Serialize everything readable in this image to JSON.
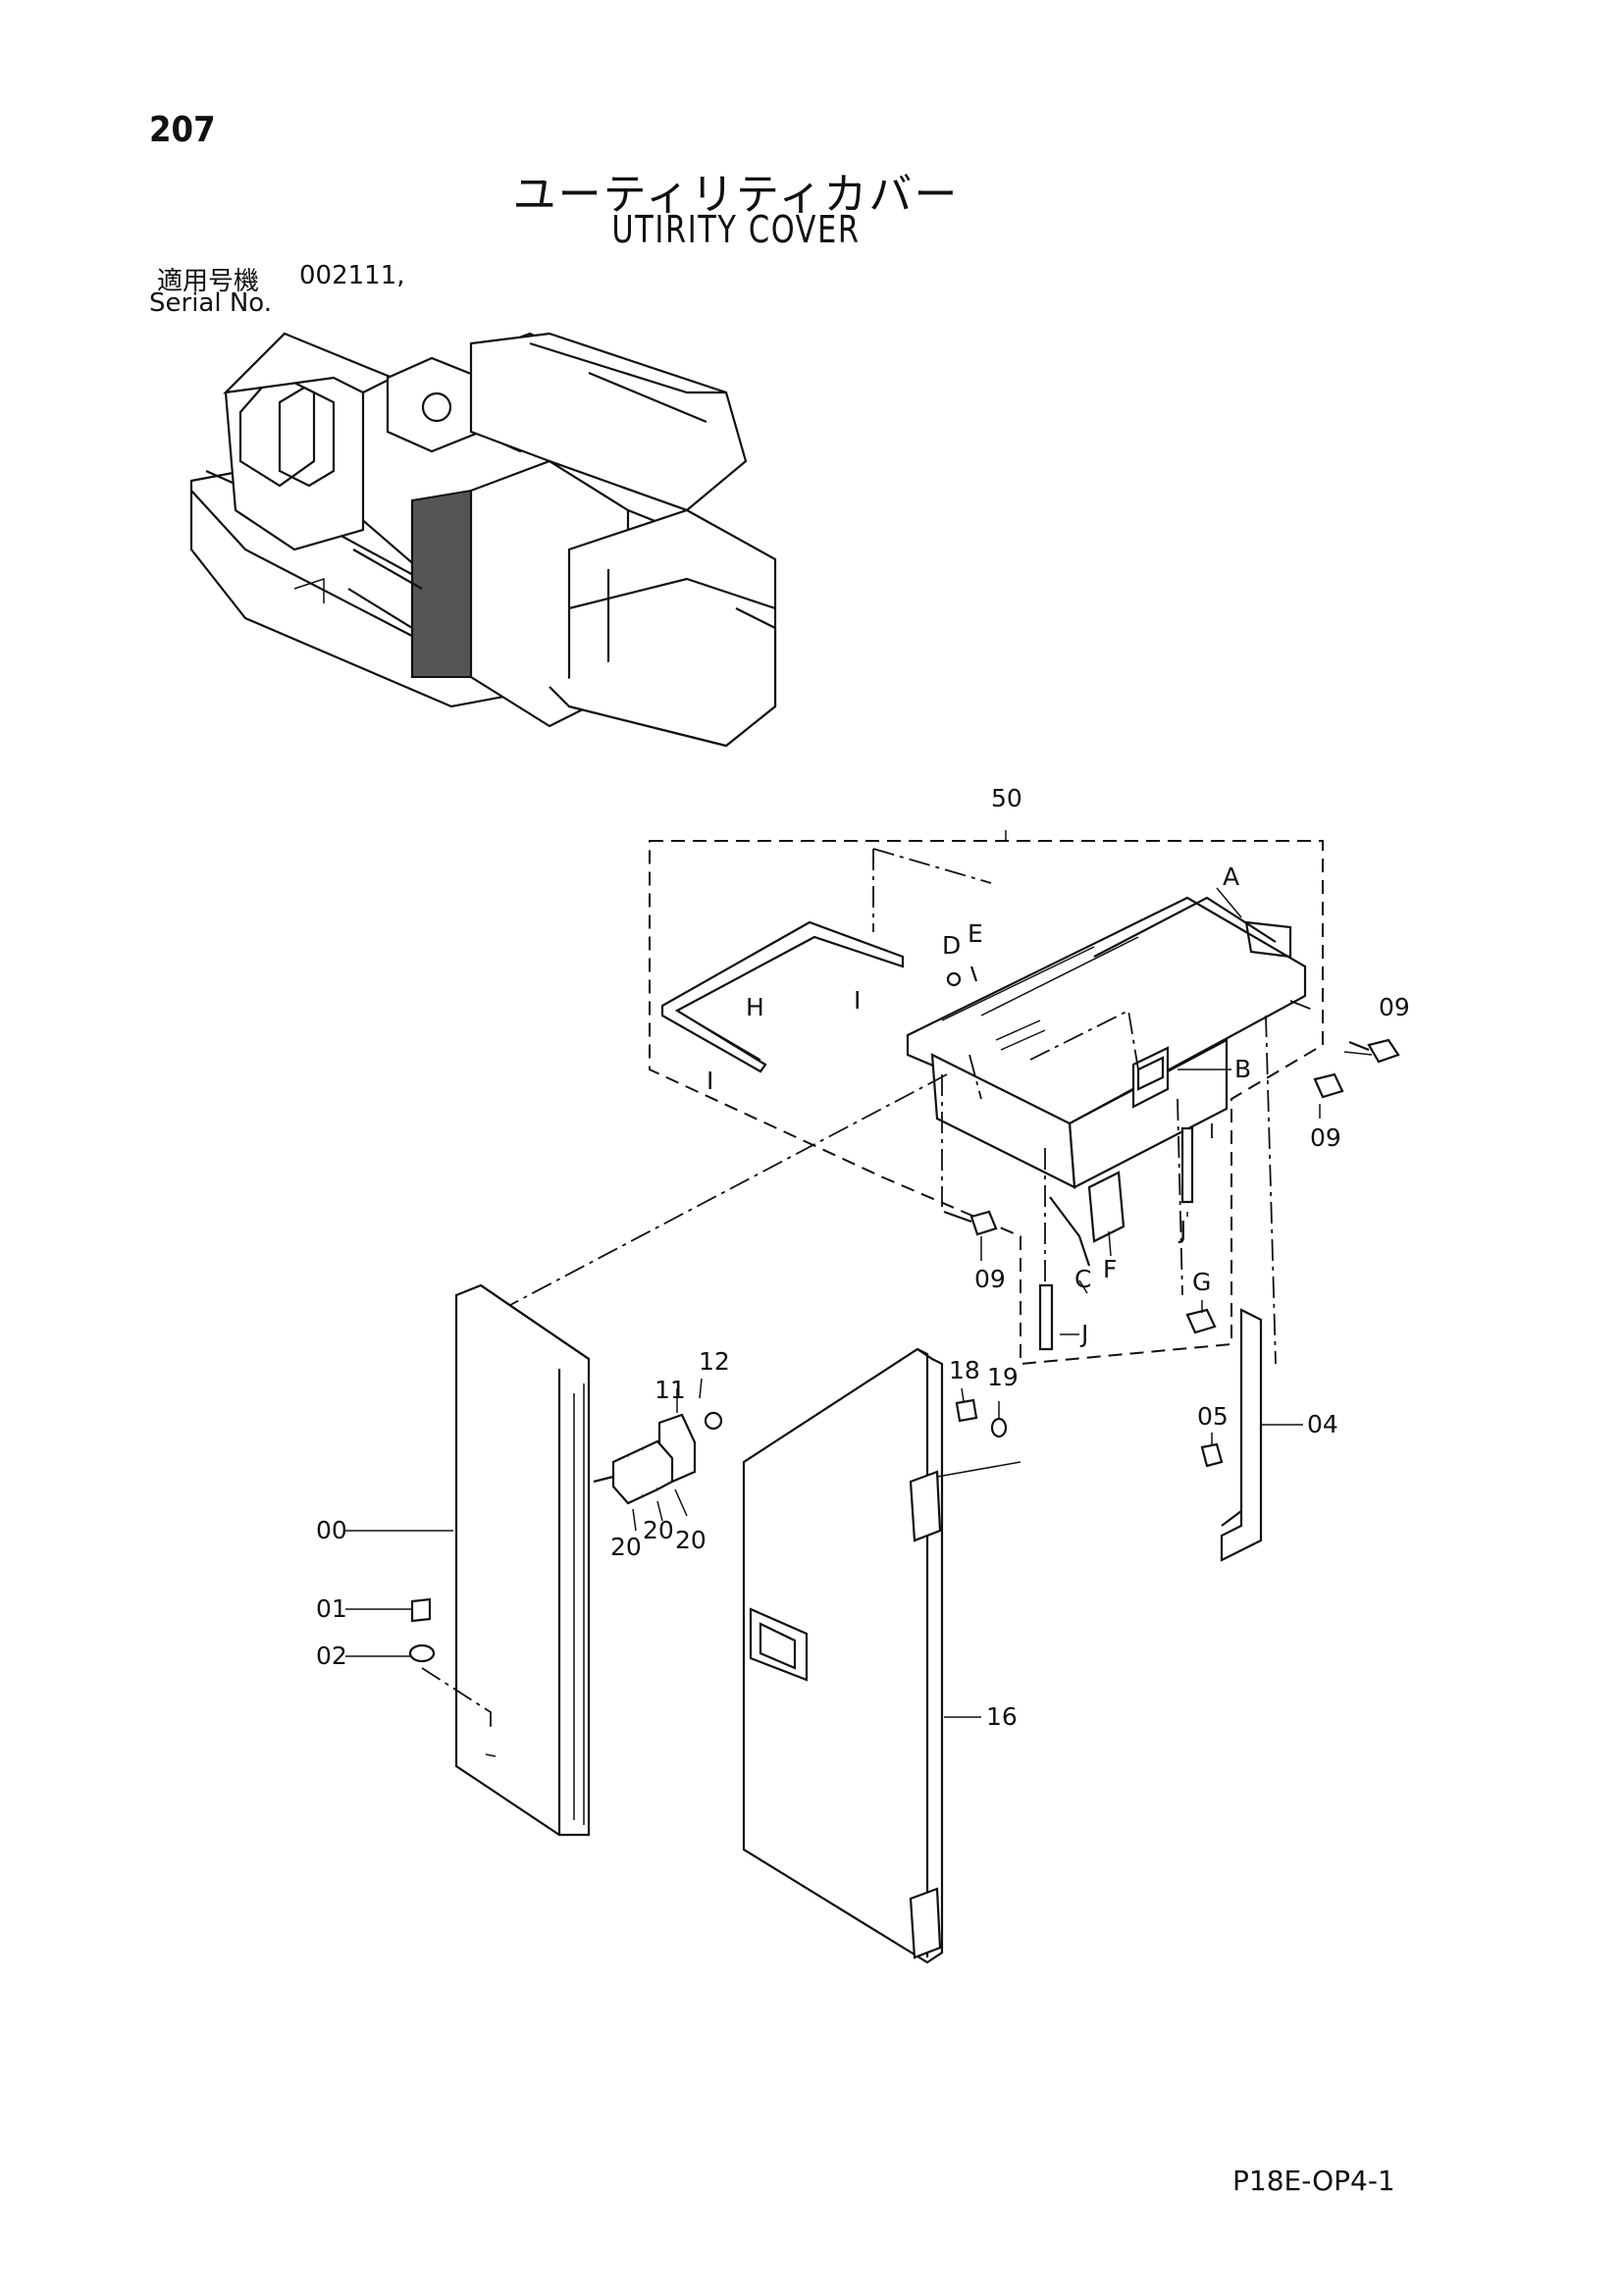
{
  "header": {
    "page_number": "207",
    "title_jp": "ユーティリティカバー",
    "title_en": "UTIRITY COVER",
    "serial_label_jp": "適用号機",
    "serial_value": "002111,",
    "serial_label_en": "Serial No."
  },
  "footer": {
    "drawing_code": "P18E-OP4-1"
  },
  "callouts": {
    "c50": "50",
    "cA": "A",
    "cB": "B",
    "cC": "C",
    "cD": "D",
    "cE": "E",
    "cF": "F",
    "cG": "G",
    "cH": "H",
    "cI1": "I",
    "cI2": "I",
    "cJ1": "J",
    "cJ2": "J",
    "c09a": "09",
    "c09b": "09",
    "c09c": "09",
    "c00": "00",
    "c01": "01",
    "c02": "02",
    "c04": "04",
    "c05": "05",
    "c11": "11",
    "c12": "12",
    "c16": "16",
    "c18": "18",
    "c19": "19",
    "c20a": "20",
    "c20b": "20",
    "c20c": "20"
  }
}
